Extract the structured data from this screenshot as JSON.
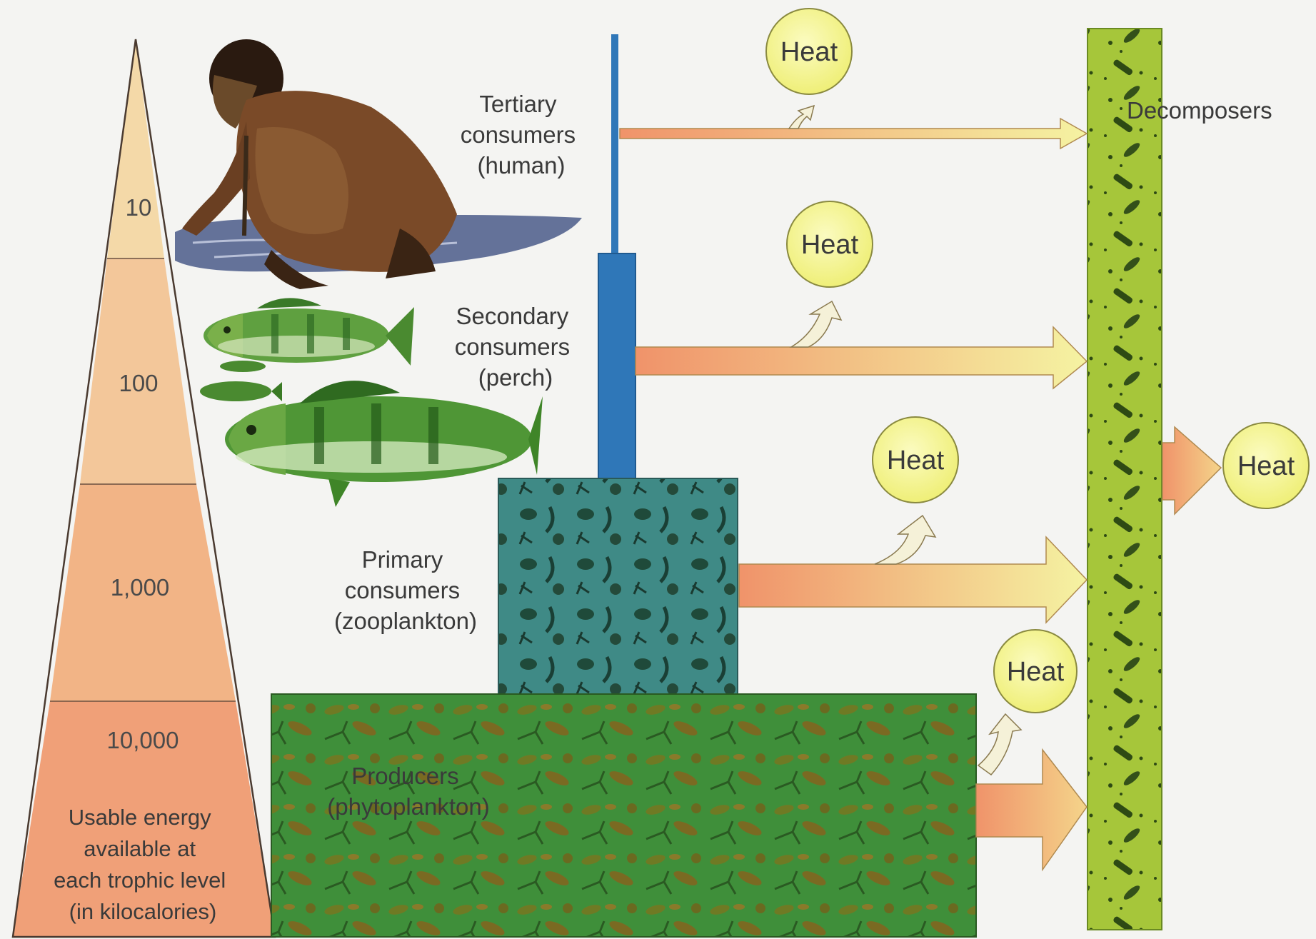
{
  "pyramid": {
    "levels": [
      {
        "energy_kcal": "10",
        "color": "#f4d9a8"
      },
      {
        "energy_kcal": "100",
        "color": "#f3c79a"
      },
      {
        "energy_kcal": "1,000",
        "color": "#f2b486"
      },
      {
        "energy_kcal": "10,000",
        "color": "#f0a078"
      }
    ],
    "caption_lines": [
      "Usable energy",
      "available at",
      "each trophic level",
      "(in kilocalories)"
    ]
  },
  "trophic_levels": {
    "tertiary": {
      "lines": [
        "Tertiary",
        "consumers",
        "(human)"
      ]
    },
    "secondary": {
      "lines": [
        "Secondary",
        "consumers",
        "(perch)"
      ]
    },
    "primary": {
      "lines": [
        "Primary",
        "consumers",
        "(zooplankton)"
      ]
    },
    "producers": {
      "lines": [
        "Producers",
        "(phytoplankton)"
      ]
    }
  },
  "decomposers_label": "Decomposers",
  "heat_label": "Heat",
  "colors": {
    "producer_green": "#3f8f3a",
    "zooplankton_teal": "#3f8a86",
    "consumer_bar_blue": "#2f77b8",
    "decomposer_olive": "#a6c63a",
    "heat_circle": "#f4f38a",
    "arrow_start": "#f0936a",
    "arrow_end": "#f4f2a0"
  }
}
